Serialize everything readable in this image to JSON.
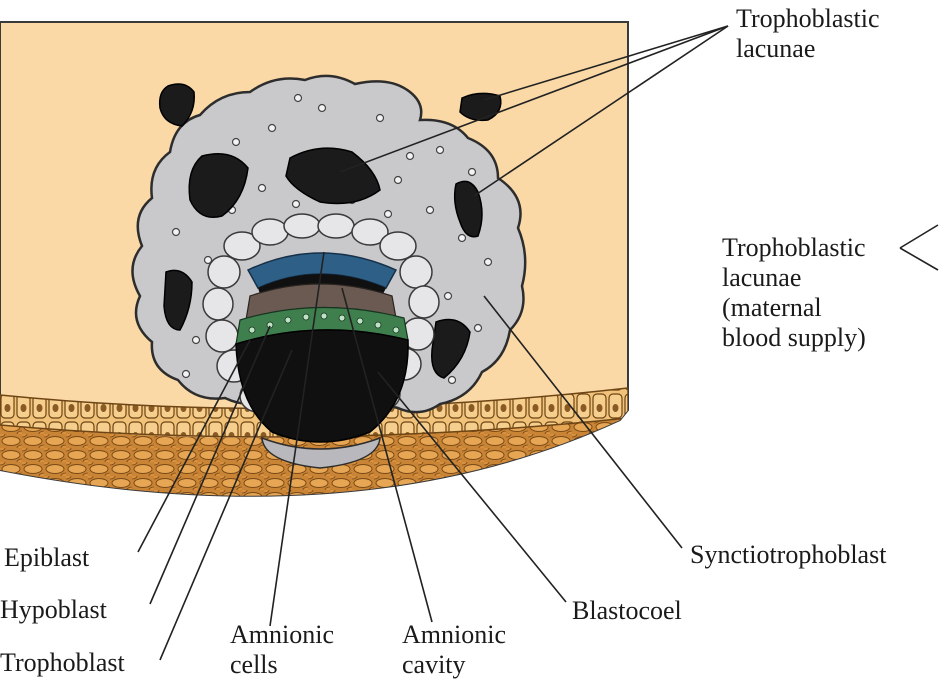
{
  "figure": {
    "labels": {
      "trophoblastic_lacunae_top": [
        "Trophoblastic",
        "lacunae"
      ],
      "trophoblastic_lacunae_right": [
        "Trophoblastic",
        "lacunae",
        "(maternal",
        "blood supply)"
      ],
      "epiblast": "Epiblast",
      "hypoblast": "Hypoblast",
      "trophoblast": "Trophoblast",
      "amnionic_cells": [
        "Amnionic",
        "cells"
      ],
      "amnionic_cavity": [
        "Amnionic",
        "cavity"
      ],
      "blastocoel": "Blastocoel",
      "syncytiotrophoblast": "Synctiotrophoblast"
    },
    "colors": {
      "endometrium": "#fad9a6",
      "border": "#3a3a3a",
      "trophoblast_gray": "#c9c9cc",
      "lacuna": "#1b1b1b",
      "epithelium": "#e8b15c",
      "stroma": "#c98435",
      "epiblast_green": "#3f7f4e",
      "amnion_blue": "#2e5f86",
      "cavity": "#101010"
    }
  }
}
